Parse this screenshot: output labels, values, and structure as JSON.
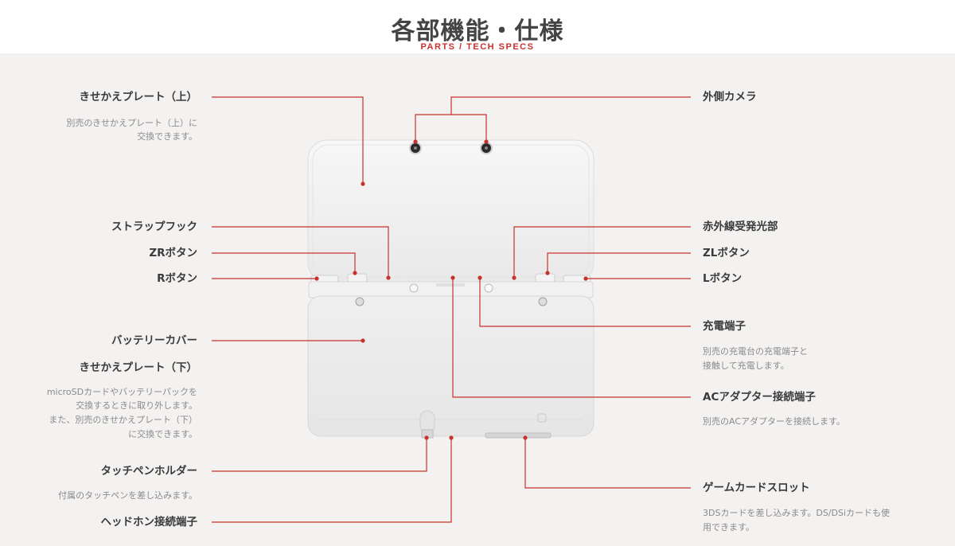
{
  "header": {
    "title": "各部機能・仕様",
    "subtitle": "PARTS / TECH SPECS"
  },
  "colors": {
    "accent": "#c8312e",
    "panel_bg": "#f4f2f1",
    "device": "#eeeeee"
  },
  "left_parts": {
    "plate_top": {
      "label": "きせかえプレート（上）",
      "desc_line1": "別売のきせかえプレート（上）に",
      "desc_line2": "交換できます。"
    },
    "strap_hook": {
      "label": "ストラップフック"
    },
    "zr_button": {
      "label": "ZRボタン"
    },
    "r_button": {
      "label": "Rボタン"
    },
    "battery_cover": {
      "label": "バッテリーカバー"
    },
    "plate_bottom": {
      "label": "きせかえプレート（下）",
      "desc_line1": "microSDカードやバッテリーパックを",
      "desc_line2": "交換するときに取り外します。",
      "desc_line3": "また、別売のきせかえプレート（下）",
      "desc_line4": "に交換できます。"
    },
    "stylus_holder": {
      "label": "タッチペンホルダー",
      "desc_line1": "付属のタッチペンを差し込みます。"
    },
    "headphone_jack": {
      "label": "ヘッドホン接続端子"
    }
  },
  "right_parts": {
    "outer_camera": {
      "label": "外側カメラ"
    },
    "ir_receiver": {
      "label": "赤外線受発光部"
    },
    "zl_button": {
      "label": "ZLボタン"
    },
    "l_button": {
      "label": "Lボタン"
    },
    "charging_terminal": {
      "label": "充電端子",
      "desc_line1": "別売の充電台の充電端子と",
      "desc_line2": "接触して充電します。"
    },
    "ac_adapter_terminal": {
      "label": "ACアダプター接続端子",
      "desc_line1": "別売のACアダプターを接続します。"
    },
    "game_card_slot": {
      "label": "ゲームカードスロット",
      "desc_line1": "3DSカードを差し込みます。DS/DSiカードも使",
      "desc_line2": "用できます。"
    }
  }
}
